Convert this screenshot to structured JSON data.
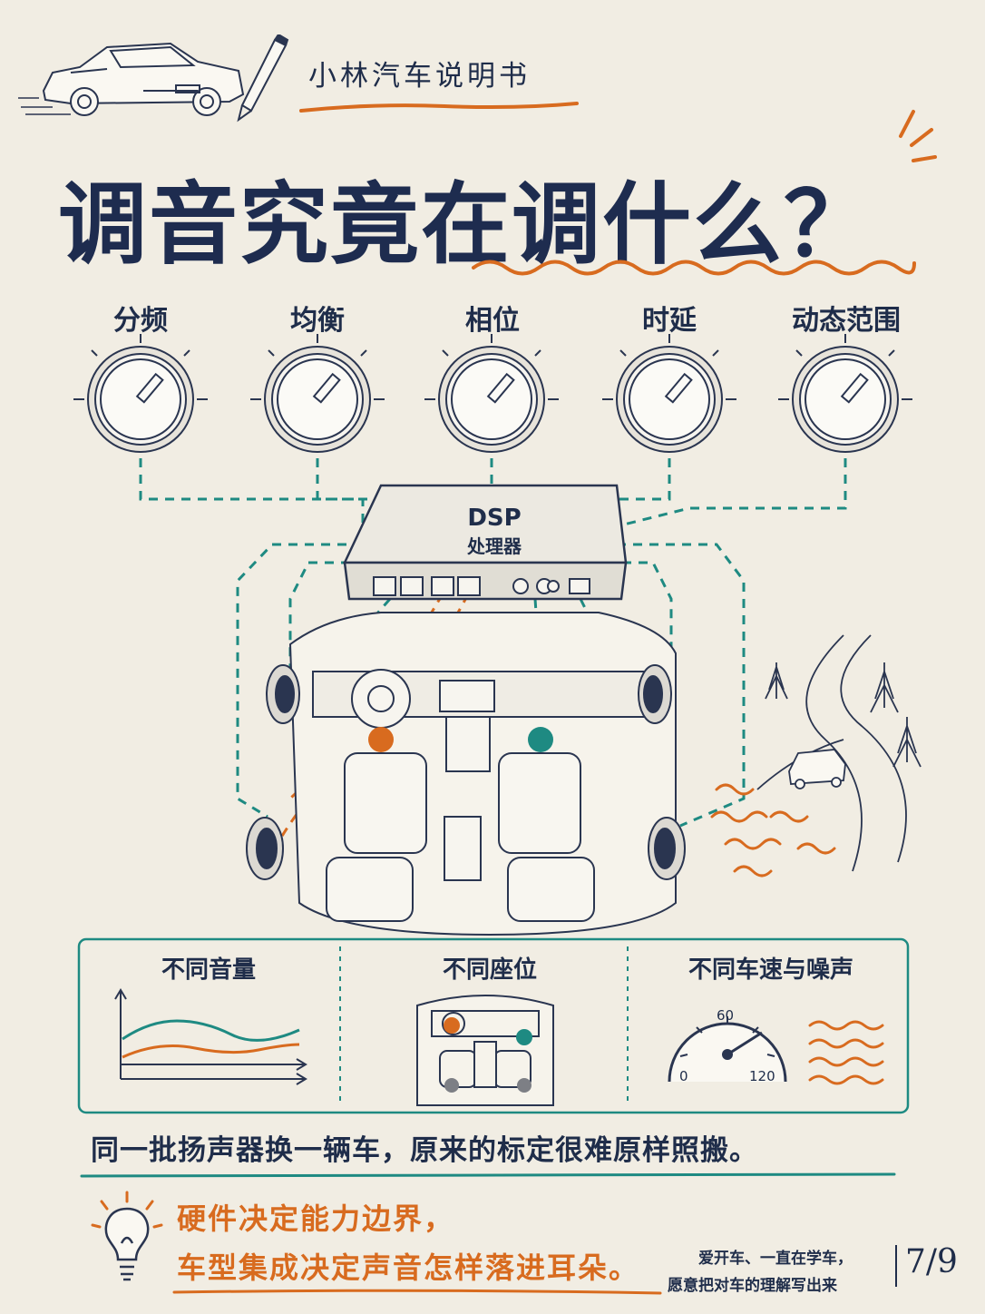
{
  "header": {
    "series_name": "小林汽车说明书",
    "title": "调音究竟在调什么？"
  },
  "knobs": [
    {
      "label": "分频"
    },
    {
      "label": "均衡"
    },
    {
      "label": "相位"
    },
    {
      "label": "时延"
    },
    {
      "label": "动态范围"
    }
  ],
  "dsp": {
    "title": "DSP",
    "subtitle": "处理器"
  },
  "panels": {
    "volume": {
      "title": "不同音量"
    },
    "seat": {
      "title": "不同座位"
    },
    "speed": {
      "title": "不同车速与噪声",
      "tick_low": "0",
      "tick_mid": "60",
      "tick_high": "120"
    }
  },
  "caption": "同一批扬声器换一辆车，原来的标定很难原样照搬。",
  "tip": {
    "line1": "硬件决定能力边界，",
    "line2": "车型集成决定声音怎样落进耳朵。"
  },
  "signature": {
    "line1": "爱开车、一直在学车，",
    "line2": "愿意把对车的理解写出来"
  },
  "page": "7/9",
  "colors": {
    "orange": "#d86b1f",
    "teal": "#1e8a82",
    "navy": "#1f2d4a",
    "paper": "#f1ede3"
  }
}
